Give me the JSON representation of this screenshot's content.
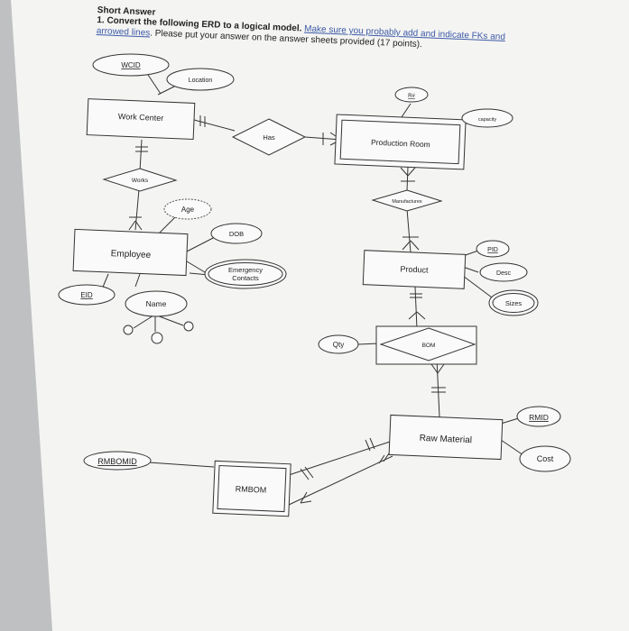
{
  "header": {
    "title": "Short Answer",
    "question_number": "1.",
    "instruction_part1": "Convert the following ERD to a logical model.",
    "instruction_part2": "Make sure you probably add and indicate FKs and",
    "instruction_part3": "arrowed lines",
    "instruction_part4": ". Please put your answer on the answer sheets provided (17 points)."
  },
  "diagram": {
    "entities": {
      "work_center": "Work Center",
      "production_room": "Production Room",
      "employee": "Employee",
      "product": "Product",
      "raw_material": "Raw Material",
      "rmbom": "RMBOM"
    },
    "relationships": {
      "has": "Has",
      "works": "Works",
      "manufactures": "Manufactures",
      "bom": "BOM"
    },
    "attributes": {
      "wcid": "WCID",
      "location": "Location",
      "rn": "R#",
      "capacity": "capacity",
      "age": "Age",
      "dob": "DOB",
      "emergency_contacts_line1": "Emergency",
      "emergency_contacts_line2": "Contacts",
      "eid": "EID",
      "name": "Name",
      "pid": "PID",
      "desc": "Desc",
      "sizes": "Sizes",
      "qty": "Qty",
      "rmid": "RMID",
      "cost": "Cost",
      "rmbomid": "RMBOMID"
    }
  }
}
